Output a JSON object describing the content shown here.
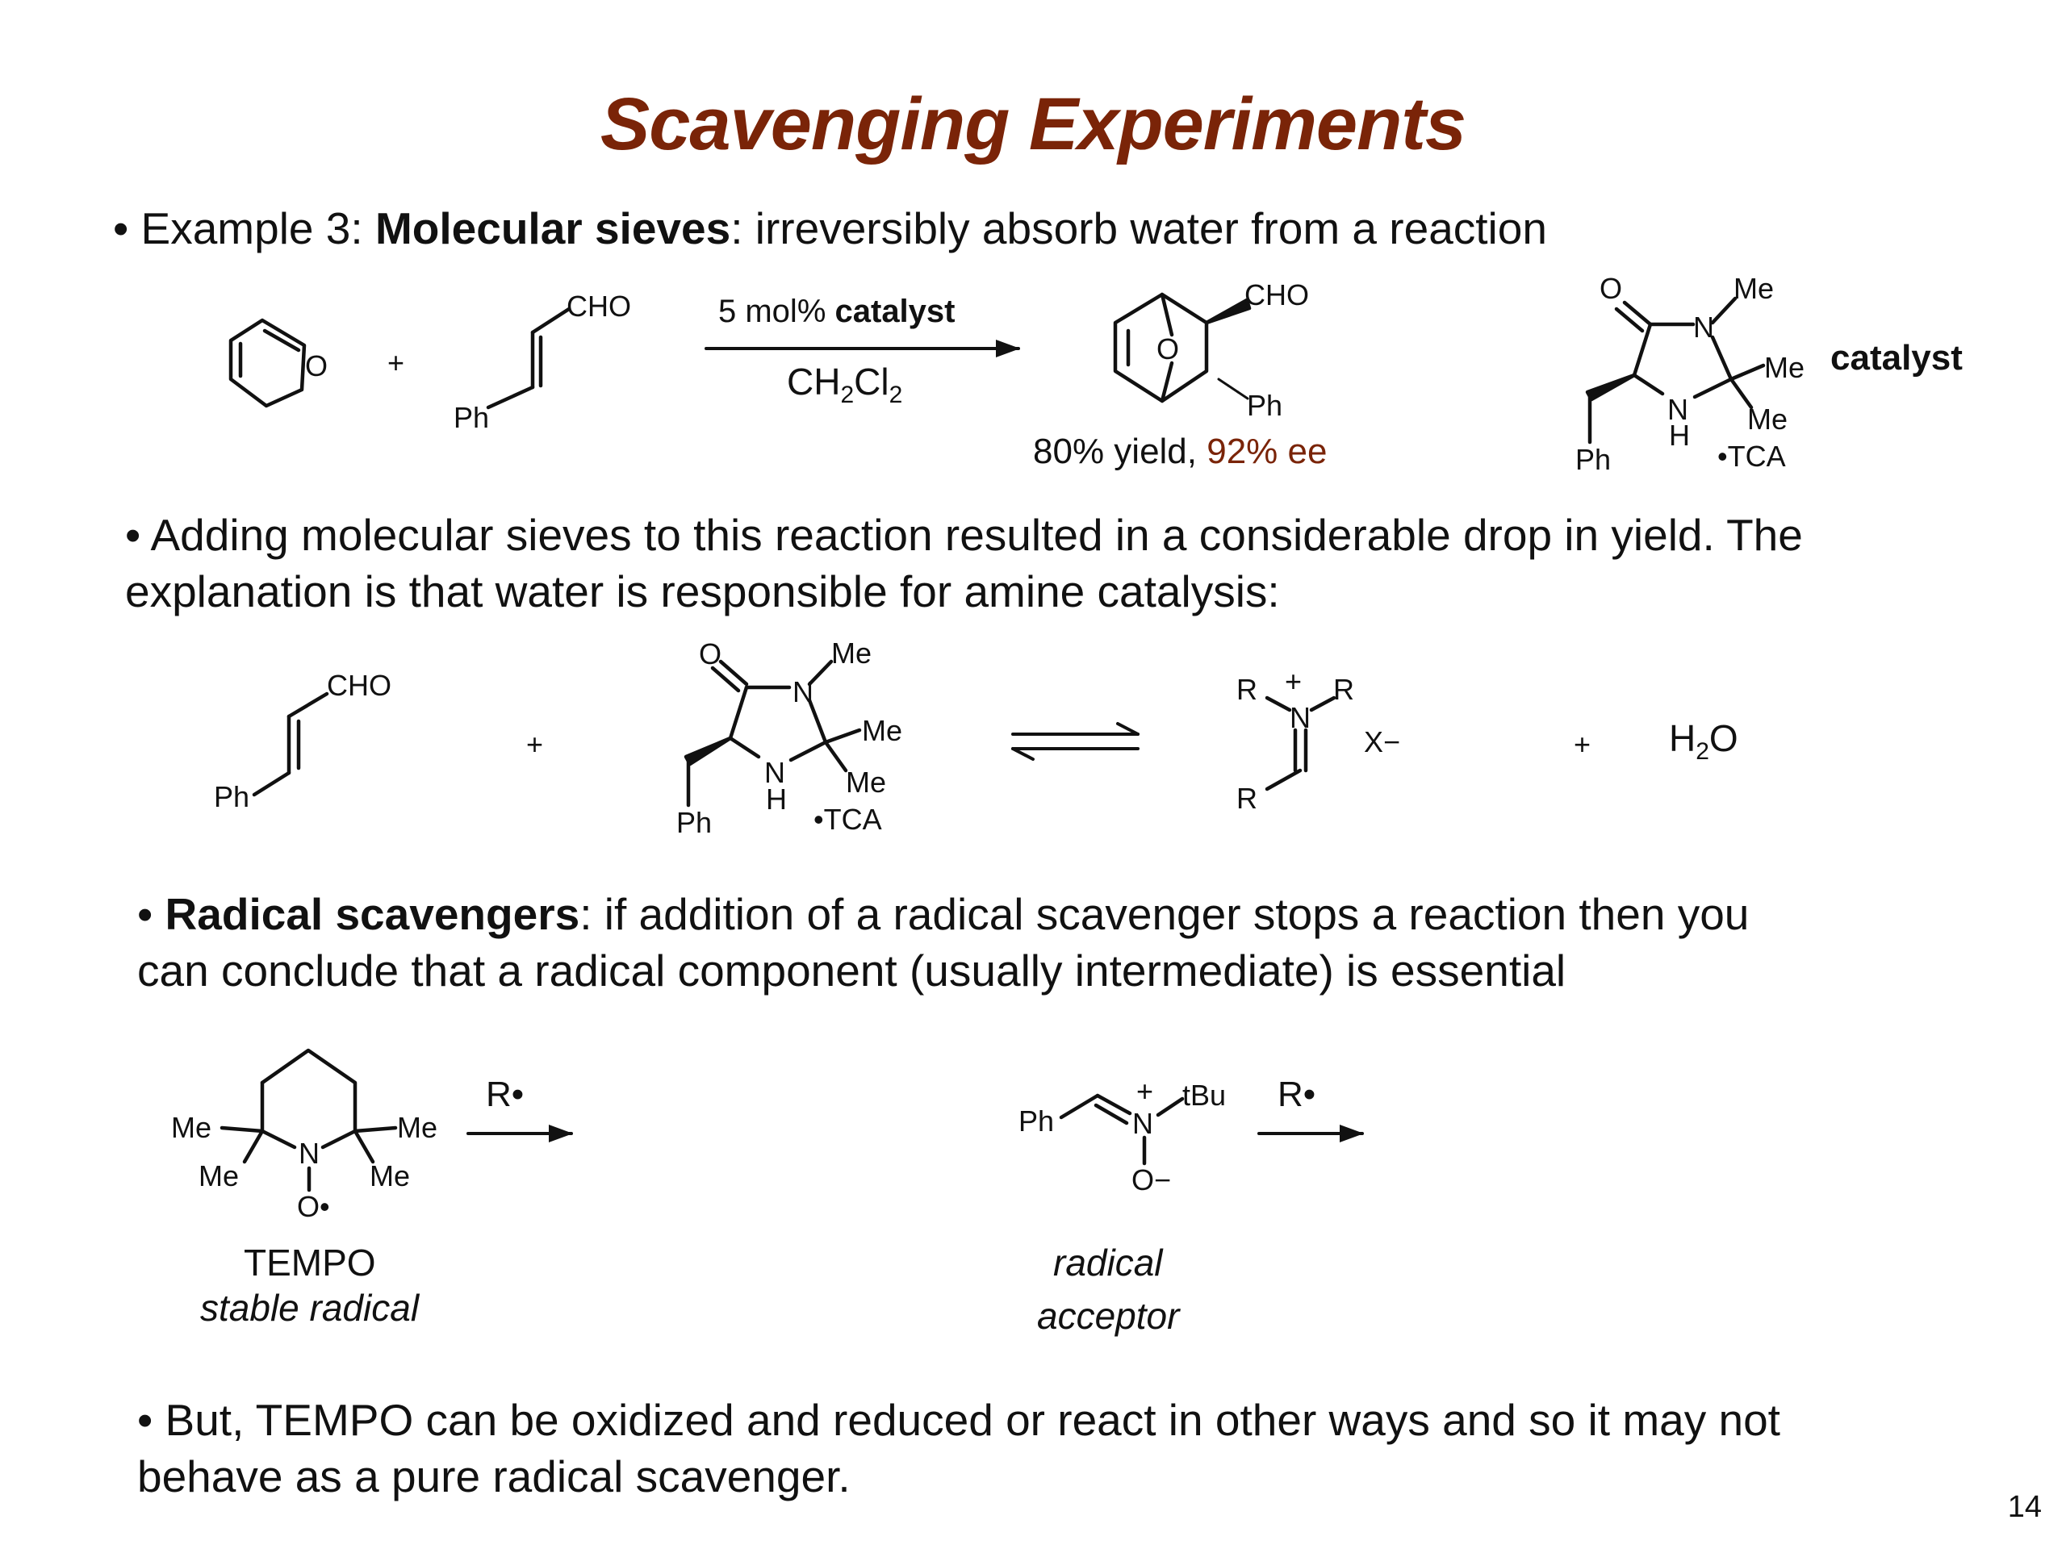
{
  "title": "Scavenging Experiments",
  "bullet1": {
    "lead": "• Example 3: ",
    "bold": "Molecular sieves",
    "rest": ": irreversibly absorb water from a reaction"
  },
  "scheme1": {
    "plus": "+",
    "reagent_top": "5 mol% ",
    "reagent_top_bold": "catalyst",
    "solvent": "CH2Cl2",
    "yield_text": "80% yield, ",
    "ee_text": "92% ee",
    "catalyst_label": "catalyst"
  },
  "labels": {
    "O": "O",
    "CHO": "CHO",
    "Ph": "Ph",
    "Me": "Me",
    "N": "N",
    "H": "H",
    "TCA": "•TCA",
    "R": "R",
    "plus_sign": "+",
    "X": "X−"
  },
  "bullet2": {
    "line1": "• Adding molecular sieves to this reaction resulted in a considerable drop in yield. The",
    "line2": "explanation is that water is responsible for amine catalysis:"
  },
  "scheme2": {
    "plus1": "+",
    "plus2": "+",
    "water": "H2O"
  },
  "bullet3": {
    "lead": "• ",
    "bold": "Radical scavengers",
    "rest": ": if addition of a radical scavenger stops a reaction then you",
    "line2": "can conclude that a radical component (usually intermediate) is essential"
  },
  "scheme3": {
    "tempo_name": "TEMPO",
    "tempo_desc": "stable radical",
    "r_radical": "R•",
    "acceptor_line1": "radical",
    "acceptor_line2": "acceptor",
    "tBu": "tBu",
    "O_radical": "O•",
    "O_minus": "O−"
  },
  "bullet4": {
    "line1": "• But, TEMPO can be oxidized and reduced or react in other ways and so it may not",
    "line2": "behave as a pure radical scavenger."
  },
  "page_number": "14",
  "colors": {
    "title": "#7a2408",
    "ee": "#7a2408",
    "text": "#111111"
  }
}
